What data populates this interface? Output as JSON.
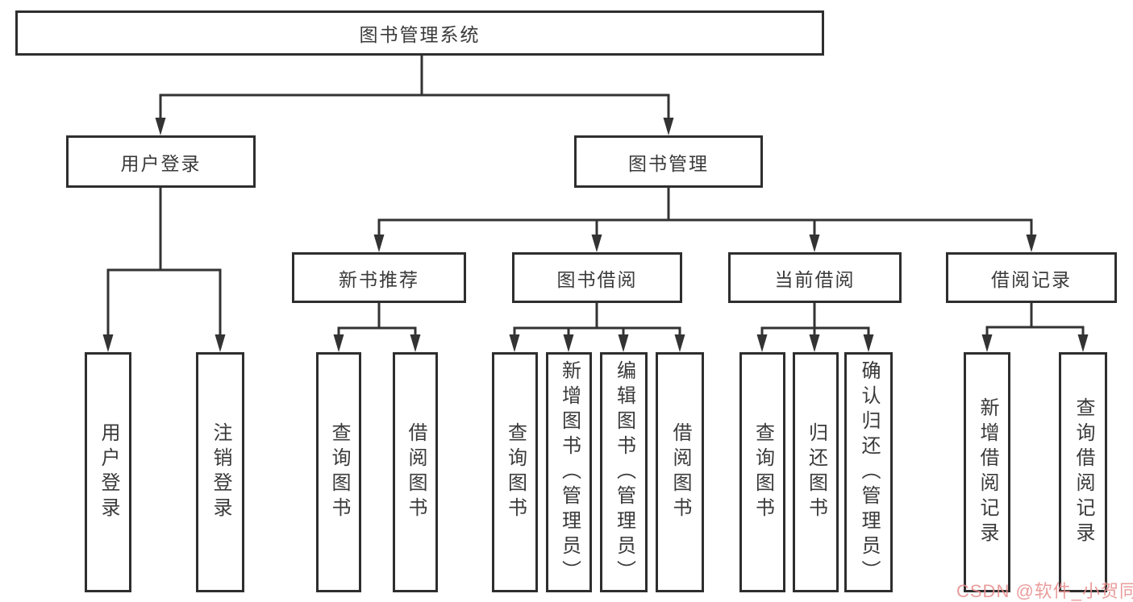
{
  "diagram": {
    "root": {
      "label": "图书管理系统"
    },
    "level2": [
      {
        "label": "用户登录"
      },
      {
        "label": "图书管理"
      }
    ],
    "level3": [
      {
        "label": "新书推荐",
        "parent": "图书管理"
      },
      {
        "label": "图书借阅",
        "parent": "图书管理"
      },
      {
        "label": "当前借阅",
        "parent": "图书管理"
      },
      {
        "label": "借阅记录",
        "parent": "图书管理"
      }
    ],
    "leaves": [
      {
        "label": "用户登录",
        "parent": "用户登录"
      },
      {
        "label": "注销登录",
        "parent": "用户登录"
      },
      {
        "label": "查询图书",
        "parent": "新书推荐"
      },
      {
        "label": "借阅图书",
        "parent": "新书推荐"
      },
      {
        "label": "查询图书",
        "parent": "图书借阅"
      },
      {
        "label": "新增图书（管理员）",
        "parent": "图书借阅"
      },
      {
        "label": "编辑图书（管理员）",
        "parent": "图书借阅"
      },
      {
        "label": "借阅图书",
        "parent": "图书借阅"
      },
      {
        "label": "查询图书",
        "parent": "当前借阅"
      },
      {
        "label": "归还图书",
        "parent": "当前借阅"
      },
      {
        "label": "确认归还（管理员）",
        "parent": "当前借阅"
      },
      {
        "label": "新增借阅记录",
        "parent": "借阅记录"
      },
      {
        "label": "查询借阅记录",
        "parent": "借阅记录"
      }
    ]
  },
  "colors": {
    "line": "#333333",
    "box_border": "#2e2e2e",
    "text": "#3a3a3a",
    "watermark": "#e78e8e",
    "background": "#ffffff"
  },
  "watermark": {
    "text": "CSDN @软件_小贺同学"
  }
}
